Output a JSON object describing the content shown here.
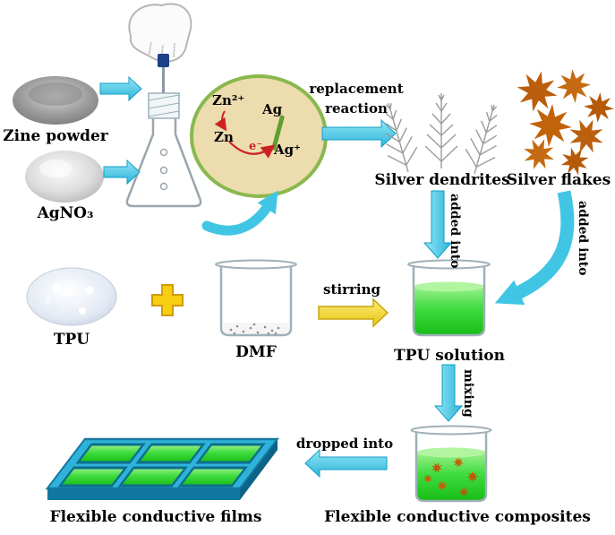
{
  "colors": {
    "arrow_cyan": "#40c6e4",
    "arrow_yellow": "#f2d435",
    "flake_orange": "#c2620a",
    "solution_green": "#3fdc3f",
    "inset_bg": "#ecdcae",
    "inset_border": "#8ab84e",
    "film_blue": "#2fb3da",
    "film_green": "#37c837",
    "reaction_arrow_red": "#cc2222"
  },
  "top": {
    "zinc_label": "Zine powder",
    "agno3_label": "AgNO₃",
    "replacement_line1": "replacement",
    "replacement_line2": "reaction",
    "dendrites_label": "Silver dendrites",
    "flakes_label": "Silver flakes"
  },
  "inset": {
    "zn_ion": "Zn²⁺",
    "zn": "Zn",
    "ag": "Ag",
    "ag_ion": "Ag⁺",
    "electron": "e⁻"
  },
  "middle": {
    "tpu_label": "TPU",
    "dmf_label": "DMF",
    "stirring_label": "stirring",
    "tpu_solution_label": "TPU solution",
    "added_into_dendrites": "added into",
    "added_into_flakes": "added into"
  },
  "bottom": {
    "mixing_label": "mixing",
    "dropped_into_label": "dropped into",
    "films_label": "Flexible conductive films",
    "composites_label": "Flexible  conductive composites"
  }
}
